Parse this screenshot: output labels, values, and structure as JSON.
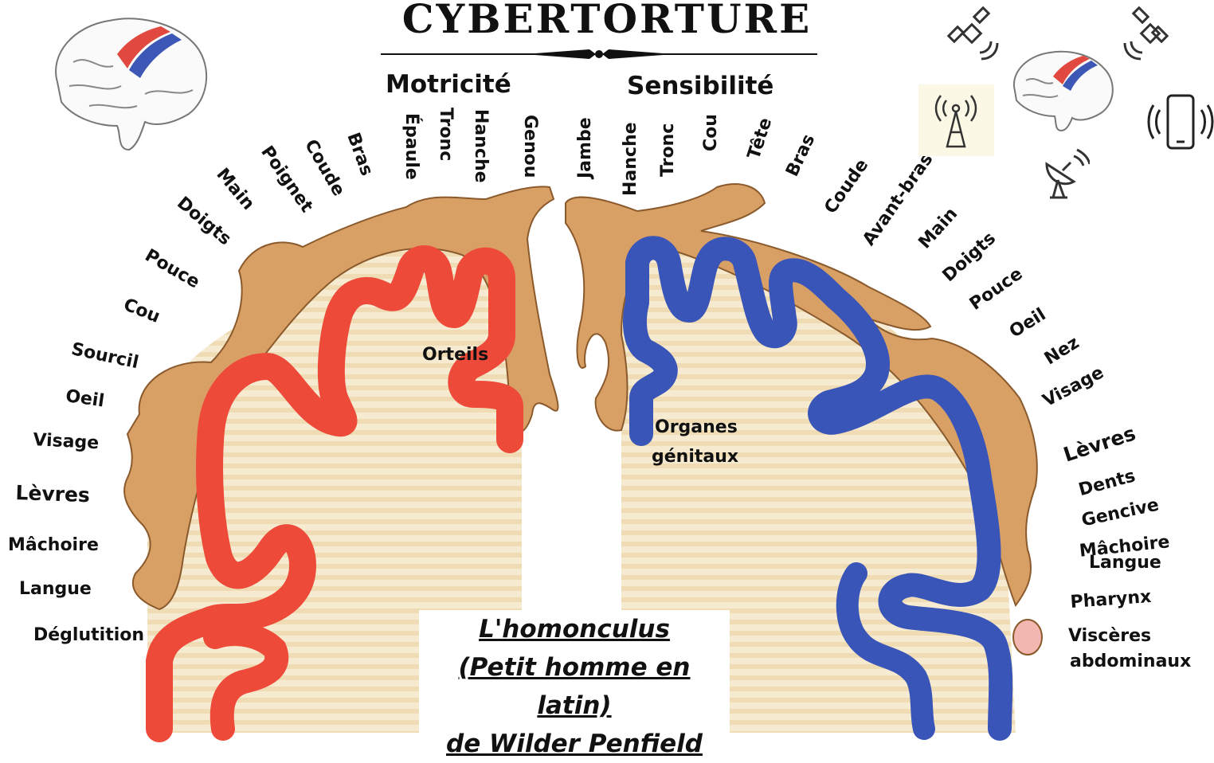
{
  "title": "CYBERTORTURE",
  "motor": {
    "heading": "Motricité",
    "labels": [
      "Genou",
      "Hanche",
      "Tronc",
      "Épaule",
      "Bras",
      "Coude",
      "Poignet",
      "Main",
      "Doigts",
      "Pouce",
      "Cou",
      "Sourcil",
      "Oeil",
      "Visage",
      "Lèvres",
      "Mâchoire",
      "Langue",
      "Déglutition",
      "Orteils"
    ]
  },
  "sensory": {
    "heading": "Sensibilité",
    "labels": [
      "Jambe",
      "Hanche",
      "Tronc",
      "Cou",
      "Tête",
      "Bras",
      "Coude",
      "Avant-bras",
      "Main",
      "Doigts",
      "Pouce",
      "Oeil",
      "Nez",
      "Visage",
      "Lèvres",
      "Dents",
      "Gencive",
      "Mâchoire",
      "Langue",
      "Pharynx",
      "Viscères",
      "abdominaux",
      "Organes",
      "génitaux"
    ]
  },
  "caption": {
    "line1": "L'homonculus",
    "line2": "(Petit homme en latin)",
    "line3": "de Wilder Penfield"
  },
  "colors": {
    "motor": "#ee4a3a",
    "sensory": "#3a55b8",
    "skin": "#d9a066",
    "cortex": "#f3e6c6"
  },
  "icons": [
    "brain-icon",
    "satellite-icon",
    "radio-tower-icon",
    "smartphone-signal-icon",
    "satellite-dish-icon"
  ]
}
